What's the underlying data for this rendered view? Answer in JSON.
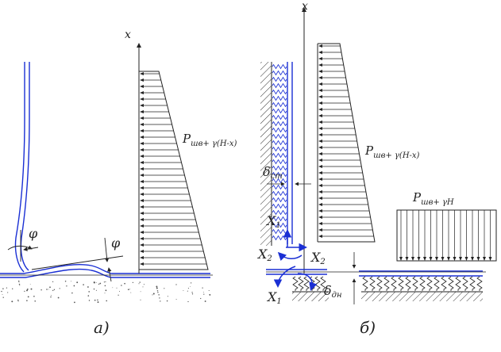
{
  "colors": {
    "blue": "#1a2fd4",
    "ink": "#222222",
    "background": "#ffffff"
  },
  "panel_a": {
    "axis_label": "x",
    "load_main": "P",
    "load_sub": "шв+ γ(H-x)",
    "angle_left": "φ",
    "angle_right": "φ",
    "caption": "а)"
  },
  "panel_b": {
    "axis_label": "x",
    "load_main": "P",
    "load_sub": "шв+ γ(H-x)",
    "uniform_main": "P",
    "uniform_sub": "шв+ γH",
    "delta_st_main": "δ",
    "delta_st_sub": "ст",
    "delta_dn_main": "δ",
    "delta_dn_sub": "дн",
    "x1_upper_main": "X",
    "x1_upper_sub": "1",
    "x2_left_main": "X",
    "x2_left_sub": "2",
    "x2_right_main": "X",
    "x2_right_sub": "2",
    "x1_lower_main": "X",
    "x1_lower_sub": "1",
    "caption": "б)"
  }
}
